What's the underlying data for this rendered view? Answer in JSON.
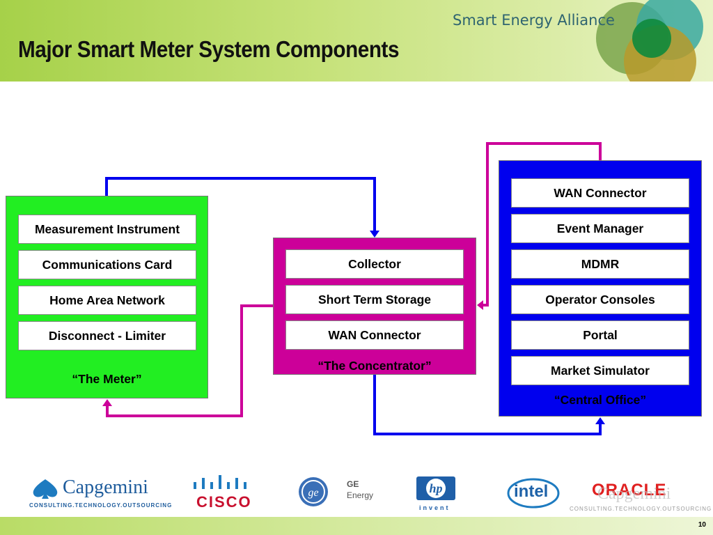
{
  "header": {
    "title": "Major Smart Meter System Components",
    "brand": "Smart Energy Alliance"
  },
  "meter": {
    "items": [
      "Measurement Instrument",
      "Communications Card",
      "Home Area Network",
      "Disconnect - Limiter"
    ],
    "caption": "“The Meter”",
    "color": "#22ee22"
  },
  "concentrator": {
    "items": [
      "Collector",
      "Short Term Storage",
      "WAN Connector"
    ],
    "caption": "“The Concentrator”",
    "color": "#cc0099"
  },
  "central": {
    "items": [
      "WAN Connector",
      "Event Manager",
      "MDMR",
      "Operator Consoles",
      "Portal",
      "Market Simulator"
    ],
    "caption": "“Central Office”",
    "color": "#0000ee"
  },
  "logos": {
    "capgemini": "Capgemini",
    "capgemini_tag": "CONSULTING.TECHNOLOGY.OUTSOURCING",
    "cisco": "CISCO",
    "ge_line1": "GE",
    "ge_line2": "Energy",
    "hp": "hp",
    "hp_tag": "invent",
    "intel": "intel",
    "oracle": "ORACLE"
  },
  "footer": {
    "page_number": "10"
  }
}
